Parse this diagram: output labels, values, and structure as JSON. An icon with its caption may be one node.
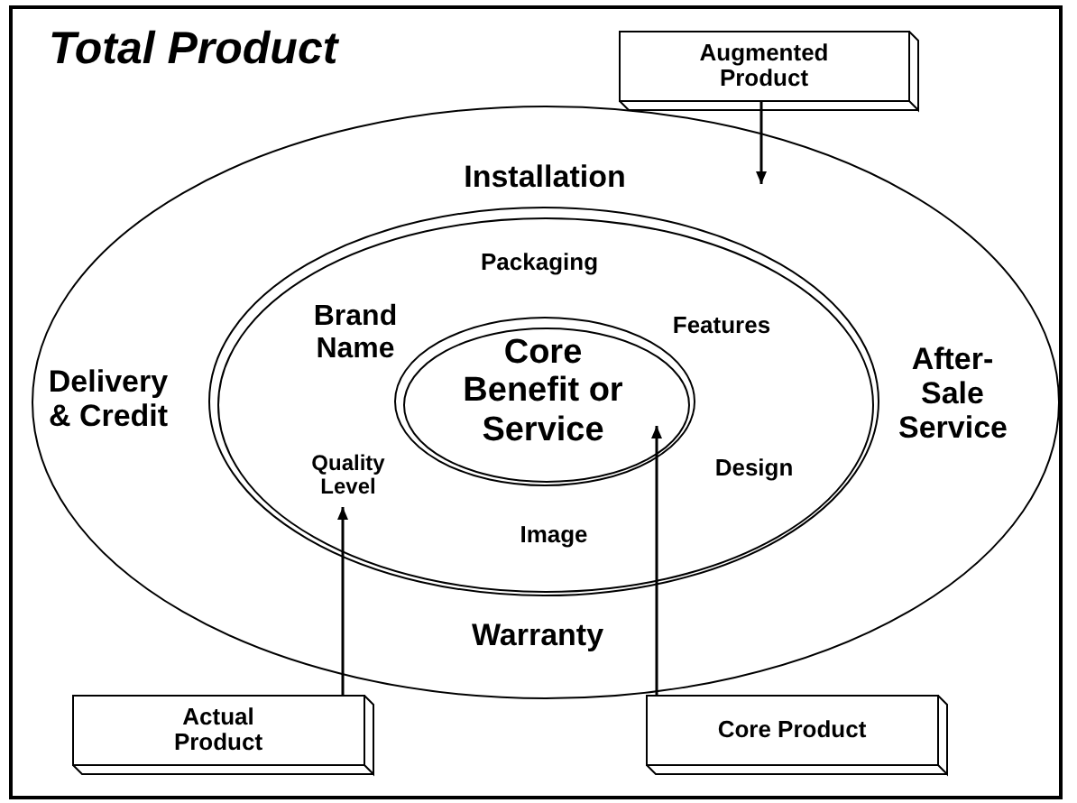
{
  "diagram": {
    "title": "Total Product",
    "nodes": [
      {
        "text": [
          "Augmented Product"
        ]
      },
      {
        "text": [
          "Installation",
          "Delivery & Credit",
          "After-Sale Service",
          "Warranty"
        ]
      },
      {
        "text": [
          "Packaging",
          "Brand Name",
          "Features",
          "Quality Level",
          "Design",
          "Image"
        ],
        "in": 1
      },
      {
        "text": [
          "Core Benefit or Service"
        ],
        "in": 2
      },
      {
        "text": [
          "Actual Product"
        ]
      },
      {
        "text": [
          "Core Product"
        ]
      }
    ],
    "edges": [
      {
        "from": 0,
        "to": 1,
        "arrow": "to"
      },
      {
        "from": 4,
        "to": 2,
        "arrow": "to"
      },
      {
        "from": 5,
        "to": 3,
        "arrow": "to"
      }
    ]
  }
}
